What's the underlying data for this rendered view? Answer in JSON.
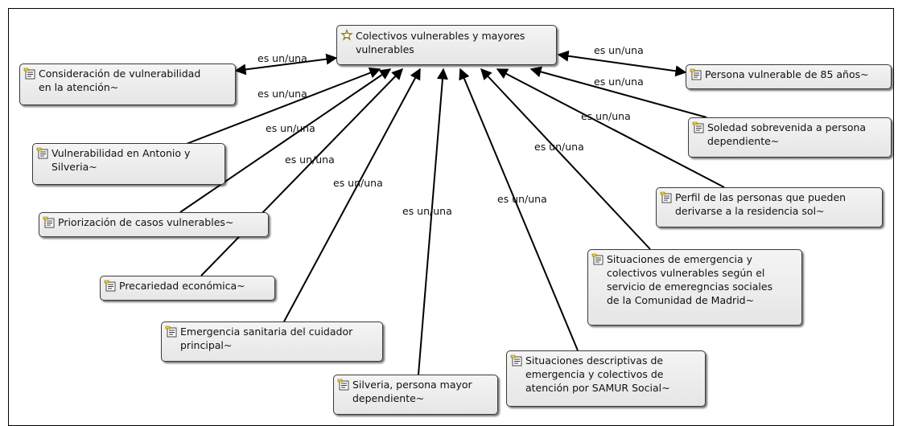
{
  "colors": {
    "edge": "#000000",
    "node_border": "#3a3a3a",
    "node_fill": "#eeeeee",
    "icon_accent": "#e8c400"
  },
  "center": {
    "label": "Colectivos vulnerables y mayores\nvulnerables",
    "icon": "code-family-icon"
  },
  "relation_label": "es un/una",
  "nodes": [
    {
      "id": "n1",
      "label": "Consideración de vulnerabilidad\nen la atención~",
      "icon": "quotation-code-icon"
    },
    {
      "id": "n2",
      "label": "Vulnerabilidad en Antonio y\nSilveria~",
      "icon": "quotation-code-icon"
    },
    {
      "id": "n3",
      "label": "Priorización de casos vulnerables~",
      "icon": "quotation-code-icon"
    },
    {
      "id": "n4",
      "label": "Precariedad económica~",
      "icon": "quotation-code-icon"
    },
    {
      "id": "n5",
      "label": "Emergencia sanitaria del cuidador\nprincipal~",
      "icon": "quotation-code-icon"
    },
    {
      "id": "n6",
      "label": "Silveria, persona mayor\ndependiente~",
      "icon": "quotation-code-icon"
    },
    {
      "id": "n7",
      "label": "Situaciones descriptivas de\nemergencia y colectivos de\natención por SAMUR Social~",
      "icon": "quotation-code-icon"
    },
    {
      "id": "n8",
      "label": "Situaciones de emergencia y\ncolectivos vulnerables según el\nservicio de emeregncias sociales\nde la Comunidad de Madrid~",
      "icon": "quotation-code-icon"
    },
    {
      "id": "n9",
      "label": "Perfil de las personas que pueden\nderivarse a la residencia sol~",
      "icon": "quotation-code-icon"
    },
    {
      "id": "n10",
      "label": "Soledad sobrevenida a persona\ndependiente~",
      "icon": "quotation-code-icon"
    },
    {
      "id": "n11",
      "label": "Persona vulnerable de 85 años~",
      "icon": "quotation-code-icon"
    }
  ],
  "edge_labels": [
    "es un/una",
    "es un/una",
    "es un/una",
    "es un/una",
    "es un/una",
    "es un/una",
    "es un/una",
    "es un/una",
    "es un/una",
    "es un/una",
    "es un/una"
  ]
}
